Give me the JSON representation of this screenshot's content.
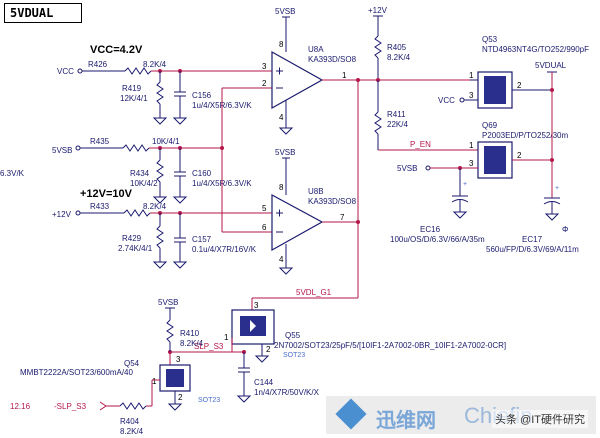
{
  "title": "5VDUAL",
  "annotations": {
    "vcc_eq": "VCC=4.2V",
    "v12_eq": "+12V=10V"
  },
  "rails": {
    "vsb_u8a": "5VSB",
    "vsb_u8b": "5VSB",
    "v12": "+12V",
    "vdual": "5VDUAL",
    "vsb_r410": "5VSB"
  },
  "inputs": {
    "vcc": "VCC",
    "vsb": "5VSB",
    "v12": "+12V",
    "vcc_q53": "VCC",
    "vsb_q69": "5VSB",
    "slp_in": "-SLP_S3",
    "slp_ref": "12.16"
  },
  "left_cut": "6.3V/K",
  "resistors": {
    "r426": {
      "ref": "R426",
      "val": "8.2K/4"
    },
    "r419": {
      "ref": "R419",
      "val": "12K/4/1"
    },
    "r435": {
      "ref": "R435",
      "val": "10K/4/1"
    },
    "r434": {
      "ref": "R434",
      "val": "10K/4/2"
    },
    "r433": {
      "ref": "R433",
      "val": "8.2K/4"
    },
    "r429": {
      "ref": "R429",
      "val": "2.74K/4/1"
    },
    "r405": {
      "ref": "R405",
      "val": "8.2K/4"
    },
    "r411": {
      "ref": "R411",
      "val": "22K/4"
    },
    "r410": {
      "ref": "R410",
      "val": "8.2K/4"
    },
    "r404": {
      "ref": "R404",
      "val": "8.2K/4"
    }
  },
  "capacitors": {
    "c156": {
      "ref": "C156",
      "val": "1u/4/X5R/6.3V/K"
    },
    "c160": {
      "ref": "C160",
      "val": "1u/4/X5R/6.3V/K"
    },
    "c157": {
      "ref": "C157",
      "val": "0.1u/4/X7R/16V/K"
    },
    "c144": {
      "ref": "C144",
      "val": "1n/4/X7R/50V/K/X"
    },
    "ec16": {
      "ref": "EC16",
      "val": "100u/OS/D/6.3V/66/A/35m"
    },
    "ec17": {
      "ref": "EC17",
      "val": "560u/FP/D/6.3V/69/A/11m"
    }
  },
  "ics": {
    "u8a": {
      "ref": "U8A",
      "part": "KA393D/SO8"
    },
    "u8b": {
      "ref": "U8B",
      "part": "KA393D/SO8"
    }
  },
  "transistors": {
    "q53": {
      "ref": "Q53",
      "part": "NTD4963NT4G/TO252/990pF"
    },
    "q69": {
      "ref": "Q69",
      "part": "P2003ED/P/TO252/30m"
    },
    "q55": {
      "ref": "Q55",
      "part": "2N7002/SOT23/25pF/5/[10IF1-2A7002-0BR_10IF1-2A7002-0CR]",
      "pkg": "SOT23"
    },
    "q54": {
      "ref": "Q54",
      "part": "MMBT2222A/SOT23/600mA/40",
      "pkg": "SOT23"
    }
  },
  "nets": {
    "p_en": "P_EN",
    "vdl_g1": "5VDL_G1",
    "slp_s3": "SLP_S3"
  },
  "pins": {
    "u8a_3": "3",
    "u8a_2": "2",
    "u8a_8": "8",
    "u8a_4": "4",
    "u8a_1": "1",
    "u8b_5": "5",
    "u8b_6": "6",
    "u8b_8": "8",
    "u8b_4": "4",
    "u8b_7": "7",
    "q53_1": "1",
    "q53_2": "2",
    "q53_3": "3",
    "q69_1": "1",
    "q69_2": "2",
    "q69_3": "3",
    "q55_1": "1",
    "q55_2": "2",
    "q55_3": "3",
    "q54_1": "1",
    "q54_2": "2",
    "q54_3": "3",
    "ec_plus": "+",
    "ec17_plus": "+"
  },
  "watermark": {
    "brand": "迅维网",
    "site": "Chiefin",
    "credit": "头条 @IT硬件研究"
  }
}
